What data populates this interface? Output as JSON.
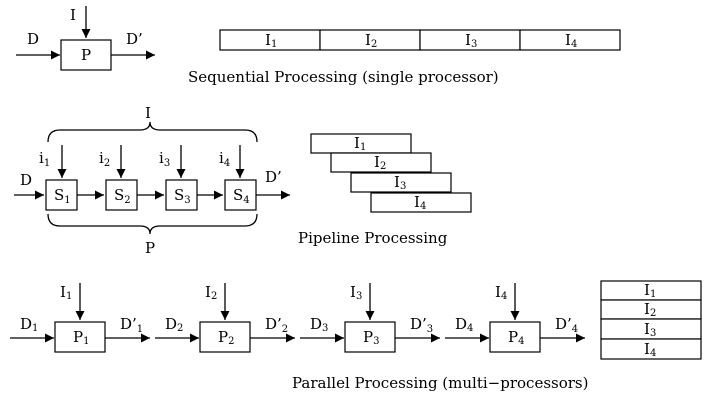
{
  "sequential": {
    "input_label": "D",
    "instruction_label": "I",
    "processor_label": "P",
    "output_label": "D’",
    "segments": [
      "I",
      "I",
      "I",
      "I"
    ],
    "segment_subs": [
      "1",
      "2",
      "3",
      "4"
    ],
    "caption": "Sequential Processing (single processor)"
  },
  "pipeline": {
    "instruction_label": "I",
    "processor_label": "P",
    "input_label": "D",
    "output_label": "D’",
    "stage_main": [
      "S",
      "S",
      "S",
      "S"
    ],
    "stage_subs": [
      "1",
      "2",
      "3",
      "4"
    ],
    "instr_main": [
      "i",
      "i",
      "i",
      "i"
    ],
    "instr_subs": [
      "1",
      "2",
      "3",
      "4"
    ],
    "bars_main": [
      "I",
      "I",
      "I",
      "I"
    ],
    "bars_subs": [
      "1",
      "2",
      "3",
      "4"
    ],
    "caption": "Pipeline Processing"
  },
  "parallel": {
    "units": [
      {
        "instr": "I",
        "isub": "1",
        "in": "D",
        "insub": "1",
        "proc": "P",
        "psub": "1",
        "out": "D’",
        "osub": "1"
      },
      {
        "instr": "I",
        "isub": "2",
        "in": "D",
        "insub": "2",
        "proc": "P",
        "psub": "2",
        "out": "D’",
        "osub": "2"
      },
      {
        "instr": "I",
        "isub": "3",
        "in": "D",
        "insub": "3",
        "proc": "P",
        "psub": "3",
        "out": "D’",
        "osub": "3"
      },
      {
        "instr": "I",
        "isub": "4",
        "in": "D",
        "insub": "4",
        "proc": "P",
        "psub": "4",
        "out": "D’",
        "osub": "4"
      }
    ],
    "stack_main": [
      "I",
      "I",
      "I",
      "I"
    ],
    "stack_subs": [
      "1",
      "2",
      "3",
      "4"
    ],
    "caption": "Parallel Processing (multi−processors)"
  }
}
